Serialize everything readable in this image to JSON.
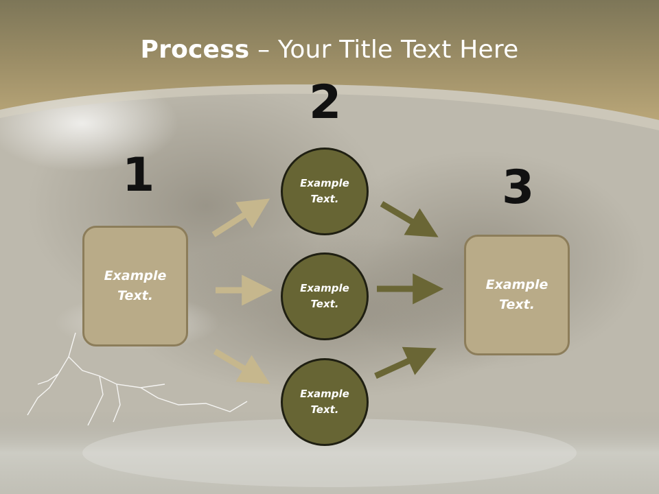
{
  "slide": {
    "title_bold": "Process",
    "title_rest": " – Your Title Text Here",
    "steps": {
      "one": {
        "number": "1",
        "text": "Example\nText."
      },
      "two": {
        "number": "2"
      },
      "three": {
        "number": "3",
        "text": "Example\nText."
      }
    },
    "circles": [
      {
        "text": "Example\nText."
      },
      {
        "text": "Example\nText."
      },
      {
        "text": "Example\nText."
      }
    ]
  },
  "colors": {
    "header_band": "#b3a27b",
    "box_fill": "#b9ab88",
    "circle_fill": "#676534",
    "light_arrow": "#c6b78d",
    "dark_arrow": "#6a6635"
  }
}
